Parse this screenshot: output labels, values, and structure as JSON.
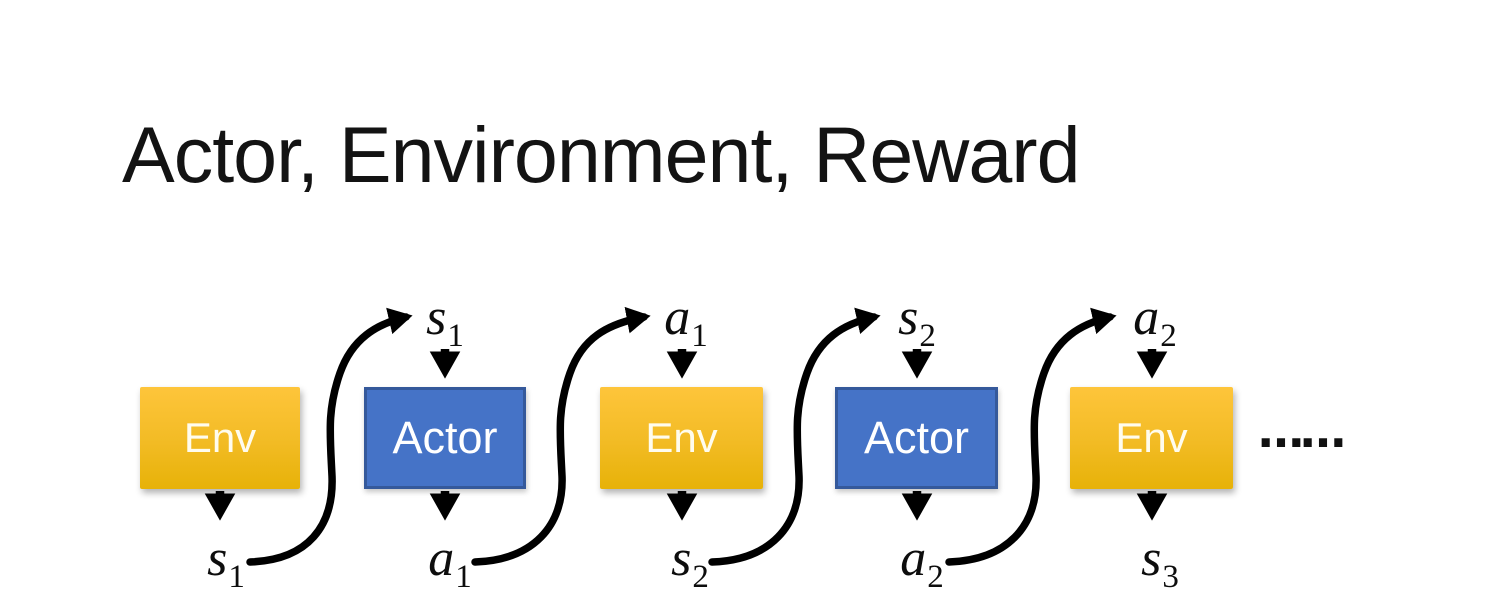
{
  "title": "Actor, Environment, Reward",
  "colors": {
    "env_gradient_top": "#FEC53B",
    "env_gradient_bottom": "#E7B208",
    "actor_fill": "#4573C7",
    "actor_border": "#35599B",
    "arrow": "#000000",
    "title_text": "#131313"
  },
  "diagram": {
    "boxes": [
      {
        "label": "Env",
        "type": "env"
      },
      {
        "label": "Actor",
        "type": "actor"
      },
      {
        "label": "Env",
        "type": "env"
      },
      {
        "label": "Actor",
        "type": "actor"
      },
      {
        "label": "Env",
        "type": "env"
      }
    ],
    "top_labels": [
      {
        "base": "s",
        "sub": "1"
      },
      {
        "base": "a",
        "sub": "1"
      },
      {
        "base": "s",
        "sub": "2"
      },
      {
        "base": "a",
        "sub": "2"
      }
    ],
    "bottom_labels": [
      {
        "base": "s",
        "sub": "1"
      },
      {
        "base": "a",
        "sub": "1"
      },
      {
        "base": "s",
        "sub": "2"
      },
      {
        "base": "a",
        "sub": "2"
      },
      {
        "base": "s",
        "sub": "3"
      }
    ],
    "ellipsis": "……"
  }
}
